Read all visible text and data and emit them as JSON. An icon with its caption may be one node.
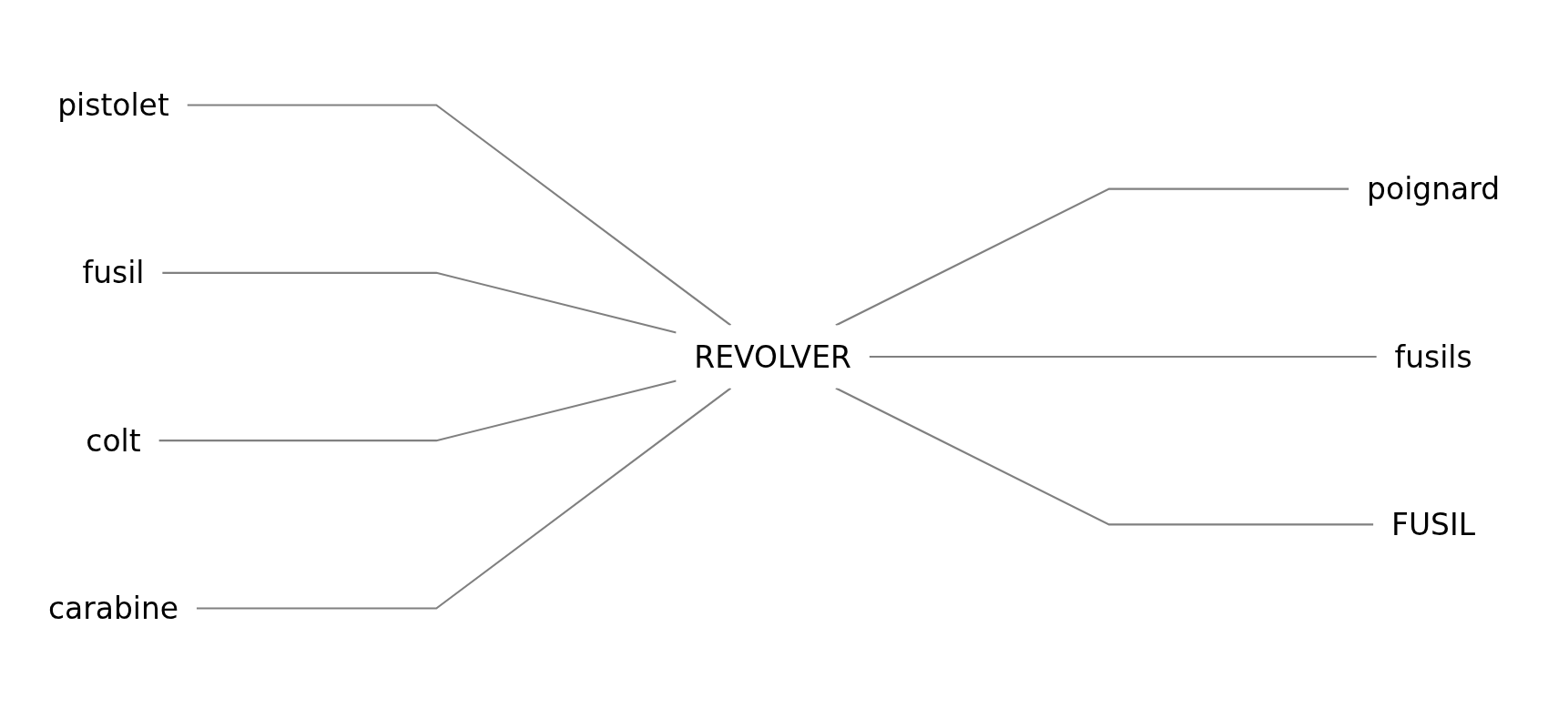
{
  "diagram": {
    "nodes": [
      {
        "text": [
          "pistolet"
        ]
      },
      {
        "text": [
          "poignard"
        ]
      },
      {
        "text": [
          "carabine"
        ]
      },
      {
        "text": [
          "fusils"
        ]
      },
      {
        "text": [
          "REVOLVER"
        ]
      },
      {
        "text": [
          "colt"
        ]
      },
      {
        "text": [
          "FUSIL"
        ]
      },
      {
        "text": [
          "fusil"
        ]
      }
    ],
    "edges": [
      {
        "from": 0,
        "to": 4,
        "arrow": "none"
      },
      {
        "from": 4,
        "to": 1,
        "arrow": "none"
      },
      {
        "from": 4,
        "to": 3,
        "arrow": "none"
      },
      {
        "from": 4,
        "to": 6,
        "arrow": "none"
      },
      {
        "from": 7,
        "to": 4,
        "arrow": "none"
      },
      {
        "from": 5,
        "to": 4,
        "arrow": "none"
      },
      {
        "from": 2,
        "to": 4,
        "arrow": "none"
      }
    ]
  }
}
